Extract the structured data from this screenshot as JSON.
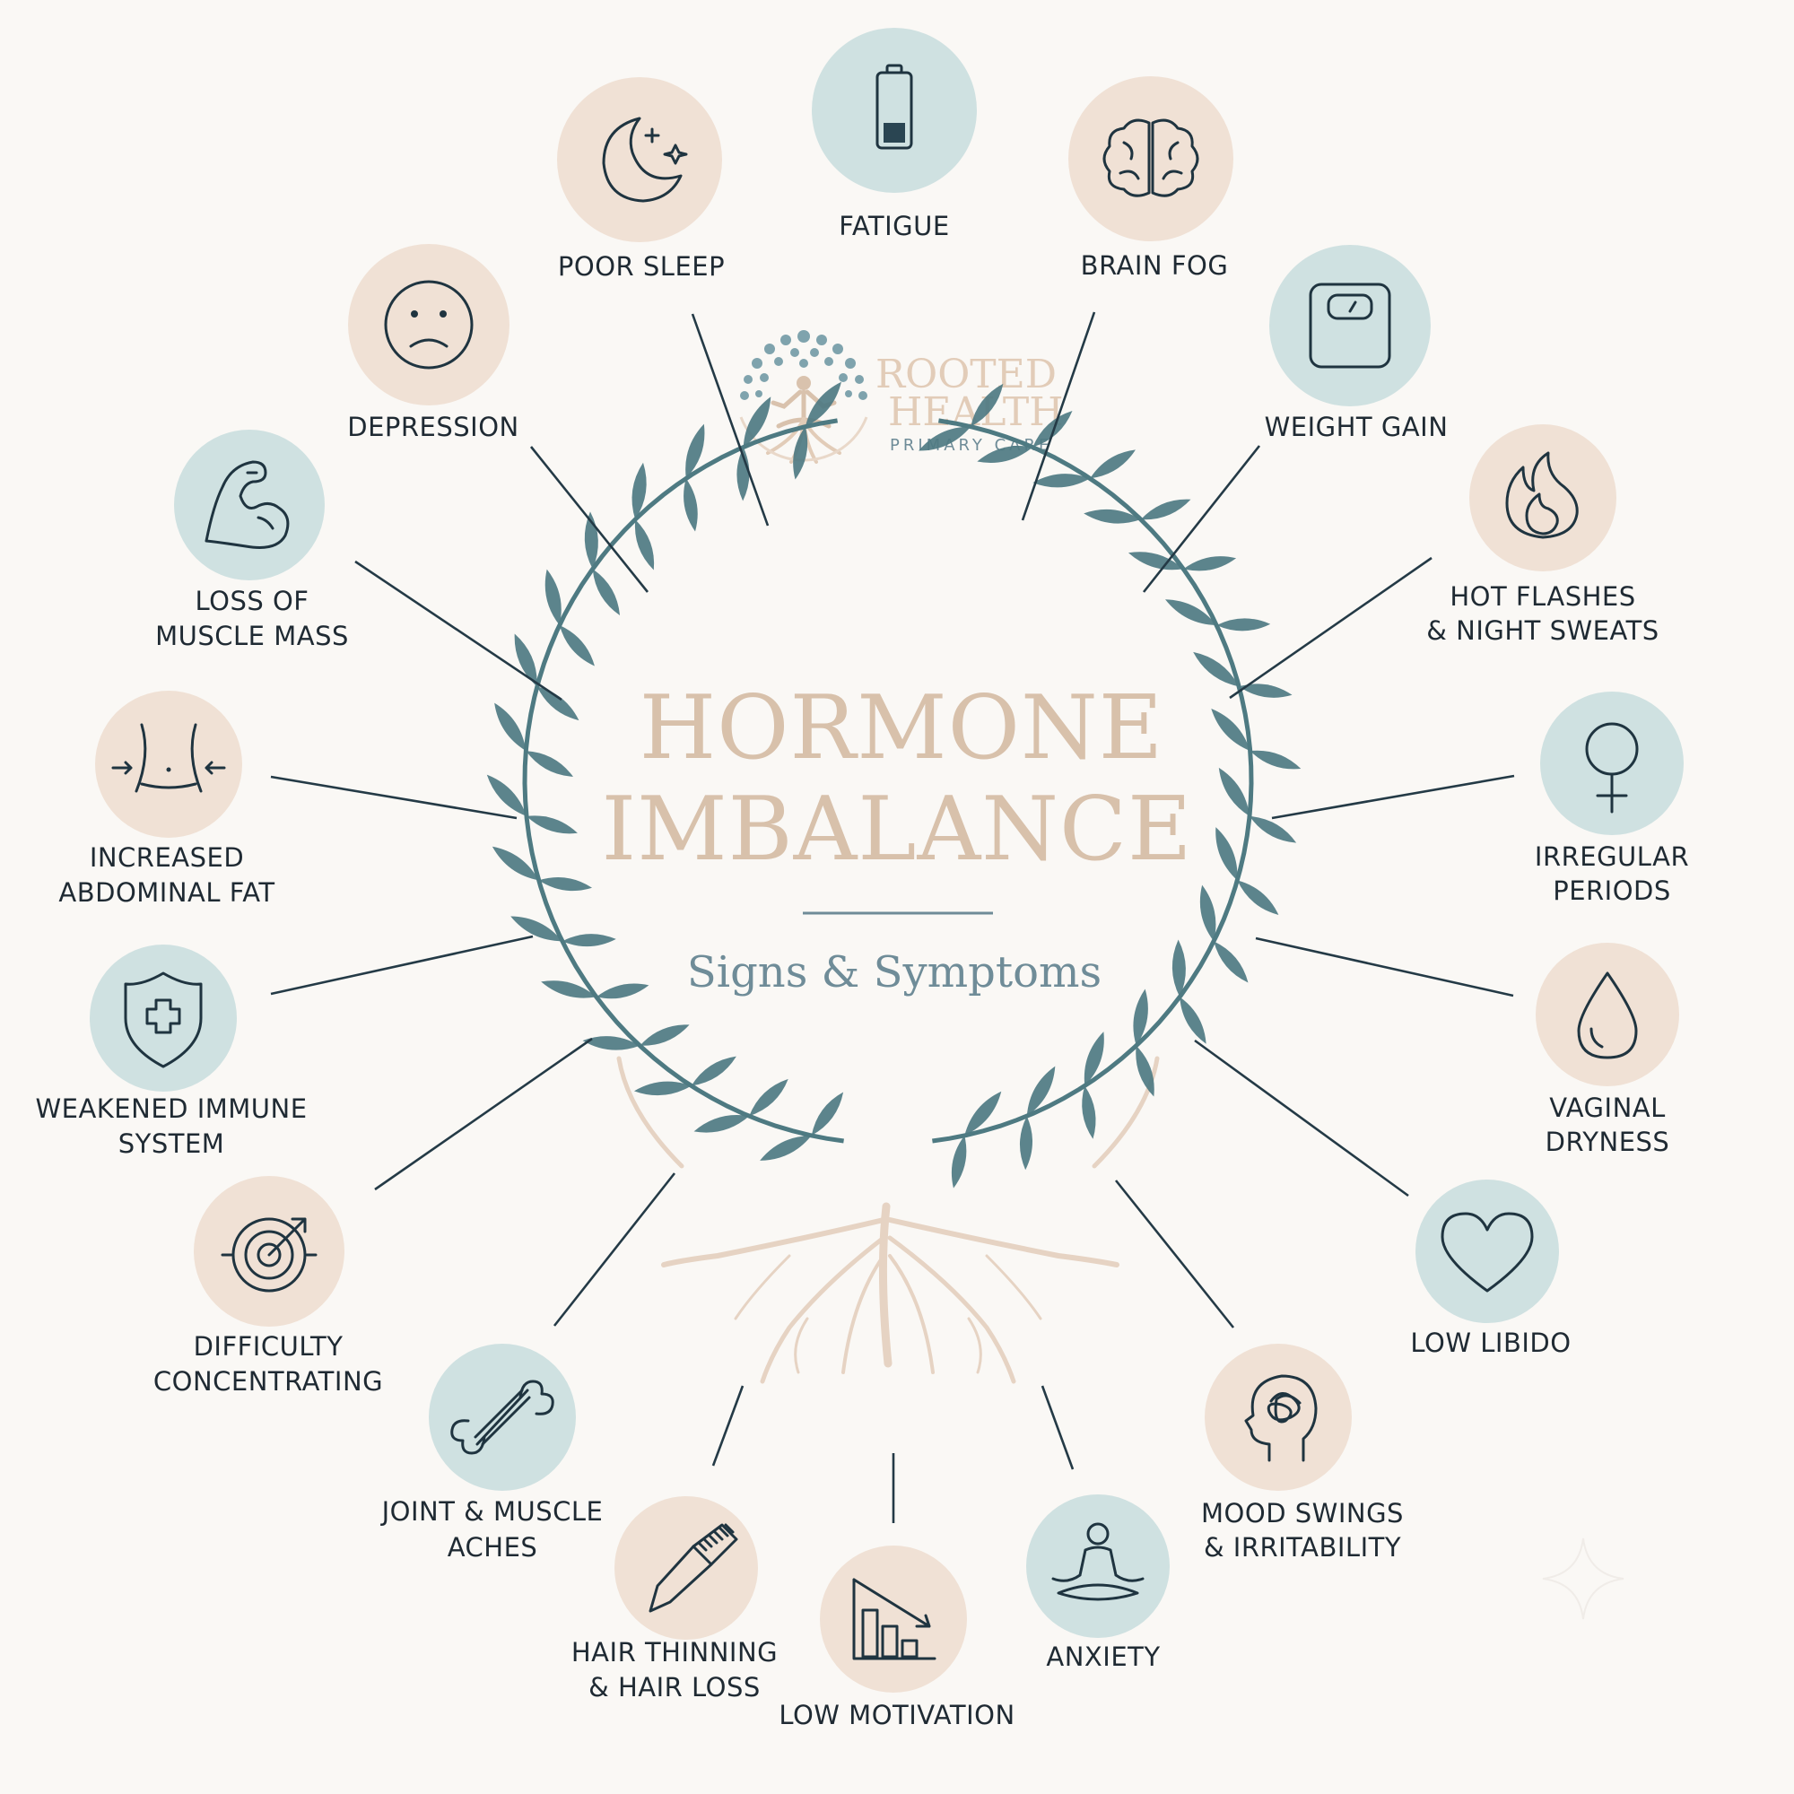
{
  "brand": {
    "line1": "ROOTED",
    "line2": "HEALTH",
    "line3": "PRIMARY CARE"
  },
  "title": {
    "line1": "HORMONE",
    "line2": "IMBALANCE",
    "subtitle": "Signs & Symptoms"
  },
  "colors": {
    "background": "#faf8f5",
    "circle_teal": "#cfe1e1",
    "circle_beige": "#f0e1d5",
    "leaf": "#4e7a82",
    "root": "#e6d3c3",
    "title": "#d8c1ab",
    "text": "#1f2a33",
    "line": "#243a46"
  },
  "symptoms": [
    {
      "id": "fatigue",
      "icon": "battery-low-icon",
      "lines": [
        "FATIGUE"
      ]
    },
    {
      "id": "brain-fog",
      "icon": "brain-icon",
      "lines": [
        "BRAIN FOG"
      ]
    },
    {
      "id": "weight-gain",
      "icon": "scale-icon",
      "lines": [
        "WEIGHT GAIN"
      ]
    },
    {
      "id": "hot-flashes",
      "icon": "flame-icon",
      "lines": [
        "HOT FLASHES",
        "& NIGHT SWEATS"
      ]
    },
    {
      "id": "irregular-periods",
      "icon": "female-symbol-icon",
      "lines": [
        "IRREGULAR",
        "PERIODS"
      ]
    },
    {
      "id": "vaginal-dryness",
      "icon": "water-drop-icon",
      "lines": [
        "VAGINAL",
        "DRYNESS"
      ]
    },
    {
      "id": "low-libido",
      "icon": "heart-icon",
      "lines": [
        "LOW LIBIDO"
      ]
    },
    {
      "id": "mood-swings",
      "icon": "head-tangle-icon",
      "lines": [
        "MOOD SWINGS",
        "& IRRITABILITY"
      ]
    },
    {
      "id": "anxiety",
      "icon": "meditation-icon",
      "lines": [
        "ANXIETY"
      ]
    },
    {
      "id": "low-motivation",
      "icon": "declining-chart-icon",
      "lines": [
        "LOW MOTIVATION"
      ]
    },
    {
      "id": "hair-thinning",
      "icon": "comb-icon",
      "lines": [
        "HAIR THINNING",
        "& HAIR LOSS"
      ]
    },
    {
      "id": "joint-aches",
      "icon": "bone-icon",
      "lines": [
        "JOINT & MUSCLE",
        "ACHES"
      ]
    },
    {
      "id": "difficulty-concentrating",
      "icon": "target-icon",
      "lines": [
        "DIFFICULTY",
        "CONCENTRATING"
      ]
    },
    {
      "id": "weakened-immune",
      "icon": "shield-cross-icon",
      "lines": [
        "WEAKENED IMMUNE",
        "SYSTEM"
      ]
    },
    {
      "id": "abdominal-fat",
      "icon": "waist-icon",
      "lines": [
        "INCREASED",
        "ABDOMINAL FAT"
      ]
    },
    {
      "id": "muscle-mass",
      "icon": "flexed-arm-icon",
      "lines": [
        "LOSS OF",
        "MUSCLE MASS"
      ]
    },
    {
      "id": "depression",
      "icon": "sad-face-icon",
      "lines": [
        "DEPRESSION"
      ]
    },
    {
      "id": "poor-sleep",
      "icon": "moon-stars-icon",
      "lines": [
        "POOR SLEEP"
      ]
    }
  ]
}
